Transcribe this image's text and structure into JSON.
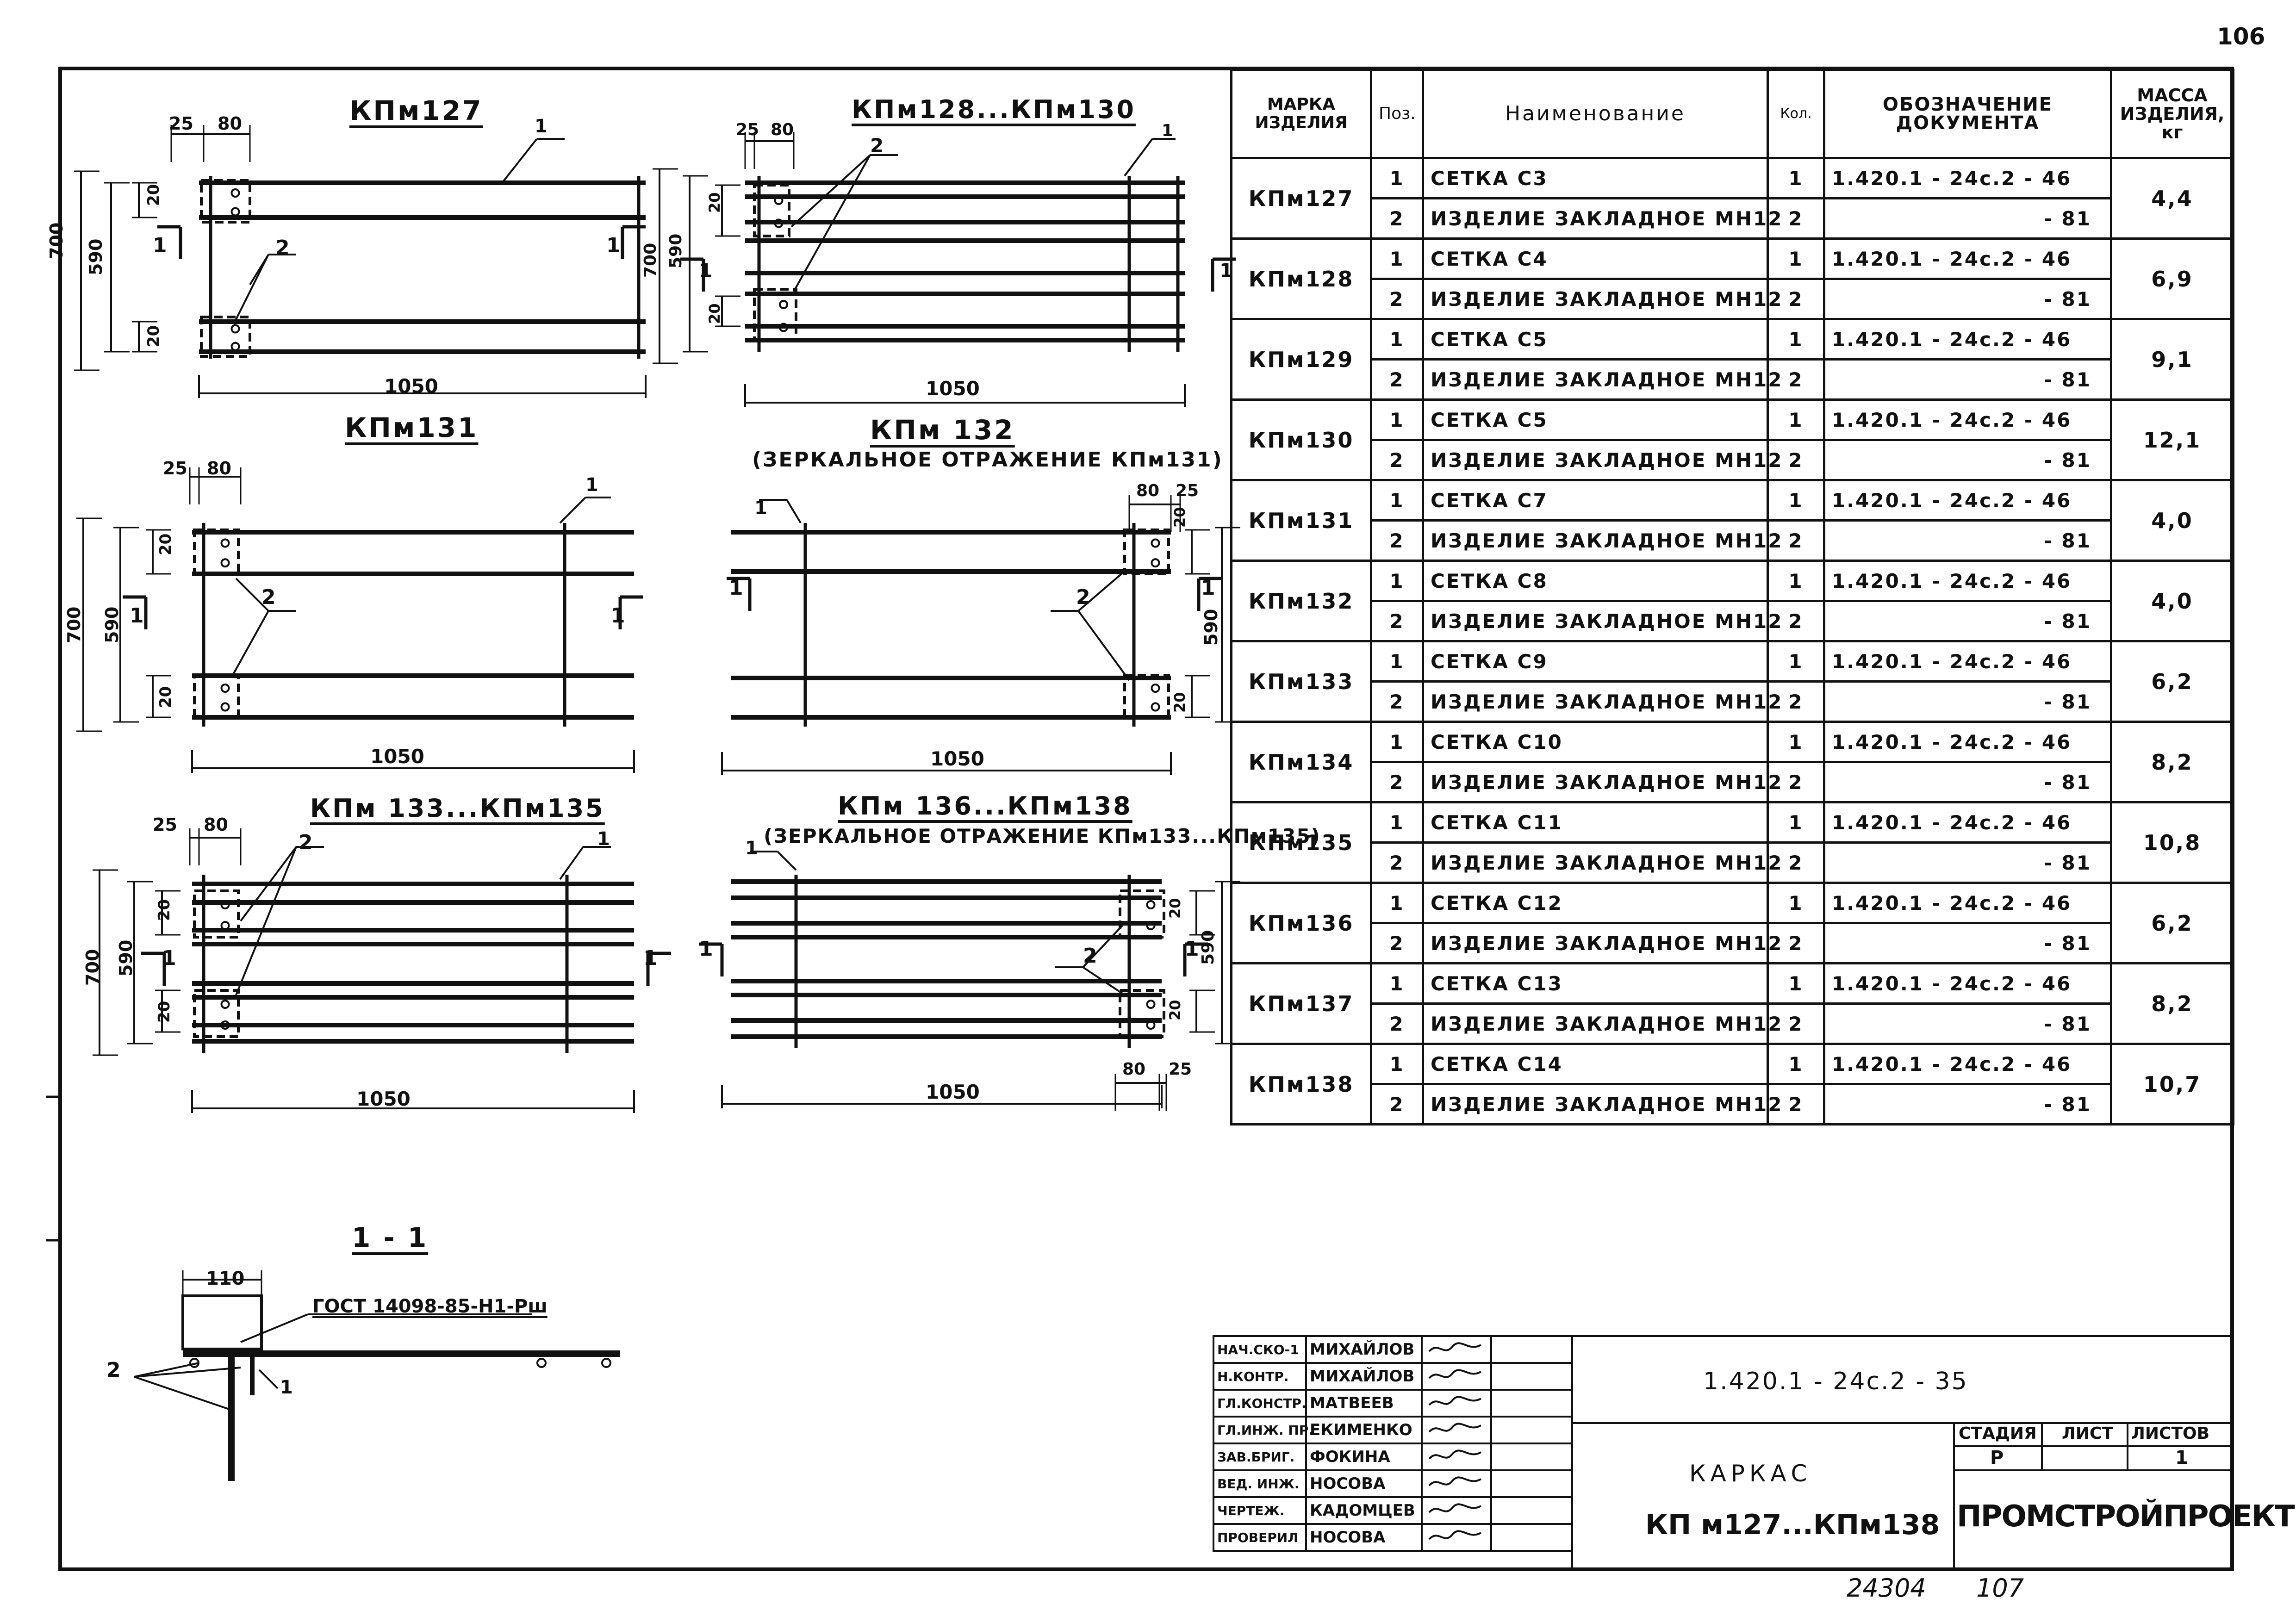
{
  "sheet_number": "106",
  "drawings": {
    "kpm127": {
      "title": "КПм127",
      "dims": {
        "d25": "25",
        "d80": "80",
        "d20a": "20",
        "d20b": "20",
        "d590": "590",
        "d700": "700",
        "d1050": "1050"
      },
      "leader1": "1",
      "leader2": "2",
      "section_left": "1",
      "section_right": "1"
    },
    "kpm128": {
      "title": "КПм128...КПм130",
      "dims": {
        "d25": "25",
        "d80": "80",
        "d20a": "20",
        "d20b": "20",
        "d590": "590",
        "d700": "700",
        "d1050": "1050"
      },
      "leader1": "1",
      "leader2": "2",
      "section_left": "1",
      "section_right": "1"
    },
    "kpm131": {
      "title": "КПм131",
      "dims": {
        "d25": "25",
        "d80": "80",
        "d20a": "20",
        "d20b": "20",
        "d590": "590",
        "d700": "700",
        "d1050": "1050"
      },
      "leader1": "1",
      "leader2": "2",
      "section_left": "1",
      "section_right": "1"
    },
    "kpm132": {
      "title": "КПм 132",
      "subtitle": "(ЗЕРКАЛЬНОЕ ОТРАЖЕНИЕ КПм131)",
      "dims": {
        "d25": "25",
        "d80": "80",
        "d20a": "20",
        "d20b": "20",
        "d590": "590",
        "d1050": "1050"
      },
      "leader1": "1",
      "leader2": "2",
      "section_left": "1",
      "section_right": "1"
    },
    "kpm133": {
      "title": "КПм 133...КПм135",
      "dims": {
        "d25": "25",
        "d80": "80",
        "d20a": "20",
        "d20b": "20",
        "d590": "590",
        "d700": "700",
        "d1050": "1050"
      },
      "leader1": "1",
      "leader2": "2",
      "section_left": "1",
      "section_right": "1"
    },
    "kpm136": {
      "title": "КПм 136...КПм138",
      "subtitle": "(ЗЕРКАЛЬНОЕ ОТРАЖЕНИЕ КПм133...КПм135)",
      "dims": {
        "d25": "25",
        "d80": "80",
        "d20a": "20",
        "d20b": "20",
        "d590": "590",
        "d1050": "1050"
      },
      "leader1": "1",
      "leader2": "2",
      "section_left": "1",
      "section_right": "1"
    },
    "section": {
      "title": "1 - 1",
      "dim110": "110",
      "gost": "ГОСТ 14098-85-Н1-Рш",
      "leader1": "1",
      "leader2": "2"
    }
  },
  "spec_table": {
    "headers": {
      "mark": "МАРКА ИЗДЕЛИЯ",
      "pos": "Поз.",
      "name": "Наименование",
      "qty": "Кол.",
      "doc": "ОБОЗНАЧЕНИЕ ДОКУМЕНТА",
      "mass": "МАССА ИЗДЕЛИЯ, кг"
    },
    "products": [
      {
        "mark": "КПм127",
        "mass": "4,4",
        "rows": [
          {
            "pos": "1",
            "name": "СЕТКА С3",
            "qty": "1",
            "doc": "1.420.1 - 24с.2 - 46"
          },
          {
            "pos": "2",
            "name": "ИЗДЕЛИЕ ЗАКЛАДНОЕ МН12",
            "qty": "2",
            "doc": "- 81"
          }
        ]
      },
      {
        "mark": "КПм128",
        "mass": "6,9",
        "rows": [
          {
            "pos": "1",
            "name": "СЕТКА С4",
            "qty": "1",
            "doc": "1.420.1 - 24с.2 - 46"
          },
          {
            "pos": "2",
            "name": "ИЗДЕЛИЕ ЗАКЛАДНОЕ МН12",
            "qty": "2",
            "doc": "- 81"
          }
        ]
      },
      {
        "mark": "КПм129",
        "mass": "9,1",
        "rows": [
          {
            "pos": "1",
            "name": "СЕТКА С5",
            "qty": "1",
            "doc": "1.420.1 - 24с.2 - 46"
          },
          {
            "pos": "2",
            "name": "ИЗДЕЛИЕ ЗАКЛАДНОЕ МН12",
            "qty": "2",
            "doc": "- 81"
          }
        ]
      },
      {
        "mark": "КПм130",
        "mass": "12,1",
        "rows": [
          {
            "pos": "1",
            "name": "СЕТКА С5",
            "qty": "1",
            "doc": "1.420.1 - 24с.2 - 46"
          },
          {
            "pos": "2",
            "name": "ИЗДЕЛИЕ ЗАКЛАДНОЕ МН12",
            "qty": "2",
            "doc": "- 81"
          }
        ]
      },
      {
        "mark": "КПм131",
        "mass": "4,0",
        "rows": [
          {
            "pos": "1",
            "name": "СЕТКА С7",
            "qty": "1",
            "doc": "1.420.1 - 24с.2 - 46"
          },
          {
            "pos": "2",
            "name": "ИЗДЕЛИЕ ЗАКЛАДНОЕ МН12",
            "qty": "2",
            "doc": "- 81"
          }
        ]
      },
      {
        "mark": "КПм132",
        "mass": "4,0",
        "rows": [
          {
            "pos": "1",
            "name": "СЕТКА С8",
            "qty": "1",
            "doc": "1.420.1 - 24с.2 - 46"
          },
          {
            "pos": "2",
            "name": "ИЗДЕЛИЕ ЗАКЛАДНОЕ МН12",
            "qty": "2",
            "doc": "- 81"
          }
        ]
      },
      {
        "mark": "КПм133",
        "mass": "6,2",
        "rows": [
          {
            "pos": "1",
            "name": "СЕТКА С9",
            "qty": "1",
            "doc": "1.420.1 - 24с.2 - 46"
          },
          {
            "pos": "2",
            "name": "ИЗДЕЛИЕ ЗАКЛАДНОЕ МН12",
            "qty": "2",
            "doc": "- 81"
          }
        ]
      },
      {
        "mark": "КПм134",
        "mass": "8,2",
        "rows": [
          {
            "pos": "1",
            "name": "СЕТКА С10",
            "qty": "1",
            "doc": "1.420.1 - 24с.2 - 46"
          },
          {
            "pos": "2",
            "name": "ИЗДЕЛИЕ ЗАКЛАДНОЕ МН12",
            "qty": "2",
            "doc": "- 81"
          }
        ]
      },
      {
        "mark": "КПм135",
        "mass": "10,8",
        "rows": [
          {
            "pos": "1",
            "name": "СЕТКА С11",
            "qty": "1",
            "doc": "1.420.1 - 24с.2 - 46"
          },
          {
            "pos": "2",
            "name": "ИЗДЕЛИЕ ЗАКЛАДНОЕ МН12",
            "qty": "2",
            "doc": "- 81"
          }
        ]
      },
      {
        "mark": "КПм136",
        "mass": "6,2",
        "rows": [
          {
            "pos": "1",
            "name": "СЕТКА С12",
            "qty": "1",
            "doc": "1.420.1 - 24с.2 - 46"
          },
          {
            "pos": "2",
            "name": "ИЗДЕЛИЕ ЗАКЛАДНОЕ МН12",
            "qty": "2",
            "doc": "- 81"
          }
        ]
      },
      {
        "mark": "КПм137",
        "mass": "8,2",
        "rows": [
          {
            "pos": "1",
            "name": "СЕТКА С13",
            "qty": "1",
            "doc": "1.420.1 - 24с.2 - 46"
          },
          {
            "pos": "2",
            "name": "ИЗДЕЛИЕ ЗАКЛАДНОЕ МН12",
            "qty": "2",
            "doc": "- 81"
          }
        ]
      },
      {
        "mark": "КПм138",
        "mass": "10,7",
        "rows": [
          {
            "pos": "1",
            "name": "СЕТКА С14",
            "qty": "1",
            "doc": "1.420.1 - 24с.2 - 46"
          },
          {
            "pos": "2",
            "name": "ИЗДЕЛИЕ ЗАКЛАДНОЕ МН12",
            "qty": "2",
            "doc": "- 81"
          }
        ]
      }
    ]
  },
  "title_block": {
    "signatures": [
      {
        "role": "НАЧ.СКО-1",
        "name": "МИХАЙЛОВ"
      },
      {
        "role": "Н.КОНТР.",
        "name": "МИХАЙЛОВ"
      },
      {
        "role": "ГЛ.КОНСТР.",
        "name": "МАТВЕЕВ"
      },
      {
        "role": "ГЛ.ИНЖ. ПР.",
        "name": "ЕКИМЕНКО"
      },
      {
        "role": "ЗАВ.БРИГ.",
        "name": "ФОКИНА"
      },
      {
        "role": "ВЕД. ИНЖ.",
        "name": "НОСОВА"
      },
      {
        "role": "ЧЕРТЕЖ.",
        "name": "КАДОМЦЕВ"
      },
      {
        "role": "ПРОВЕРИЛ",
        "name": "НОСОВА"
      }
    ],
    "doc_code": "1.420.1 - 24с.2 - 35",
    "item_name": "КАРКАС",
    "item_marks": "КП м127...КПм138",
    "stage_label": "СТАДИЯ",
    "sheet_label": "ЛИСТ",
    "sheets_label": "ЛИСТОВ",
    "stage": "Р",
    "sheet": "",
    "sheets": "1",
    "org": "ПРОМСТРОЙПРОЕКТ"
  },
  "footer": {
    "inventory": "24304",
    "page": "107"
  }
}
